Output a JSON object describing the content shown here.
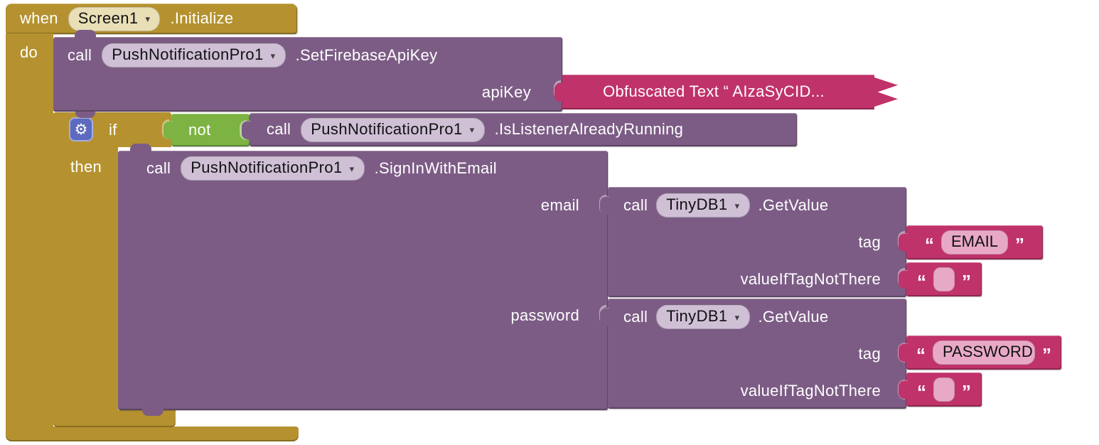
{
  "icons": {
    "dropdown_arrow": "▾",
    "gear": "⚙"
  },
  "colors": {
    "event_gold": "#B5922F",
    "component_purple": "#7C5C85",
    "text_pink": "#C0336A",
    "logic_green": "#7CB342",
    "mutator_blue": "#5C6BC0",
    "dropdown_gold_bg": "#E9DFB6",
    "dropdown_purple_bg": "#CFC0D6",
    "text_field_bg": "#E8A9C6"
  },
  "when_block": {
    "keyword": "when",
    "component": "Screen1",
    "event": ".Initialize",
    "do_label": "do"
  },
  "set_api_key_block": {
    "call": "call",
    "component": "PushNotificationPro1",
    "method": ".SetFirebaseApiKey",
    "param_apikey": "apiKey"
  },
  "obfuscated_block": {
    "text": "Obfuscated Text “ AIzaSyCID..."
  },
  "if_block": {
    "if_label": "if",
    "then_label": "then"
  },
  "not_block": {
    "label": "not"
  },
  "is_listener_block": {
    "call": "call",
    "component": "PushNotificationPro1",
    "method": ".IsListenerAlreadyRunning"
  },
  "sign_in_block": {
    "call": "call",
    "component": "PushNotificationPro1",
    "method": ".SignInWithEmail",
    "param_email": "email",
    "param_password": "password"
  },
  "tinydb_email_block": {
    "call": "call",
    "component": "TinyDB1",
    "method": ".GetValue",
    "param_tag": "tag",
    "param_value": "valueIfTagNotThere"
  },
  "email_tag_block": {
    "open_quote": "“",
    "value": "EMAIL",
    "close_quote": "”"
  },
  "email_default_block": {
    "open_quote": "“",
    "value": "",
    "close_quote": "”"
  },
  "tinydb_password_block": {
    "call": "call",
    "component": "TinyDB1",
    "method": ".GetValue",
    "param_tag": "tag",
    "param_value": "valueIfTagNotThere"
  },
  "password_tag_block": {
    "open_quote": "“",
    "value": "PASSWORD",
    "close_quote": "”"
  },
  "password_default_block": {
    "open_quote": "“",
    "value": "",
    "close_quote": "”"
  }
}
